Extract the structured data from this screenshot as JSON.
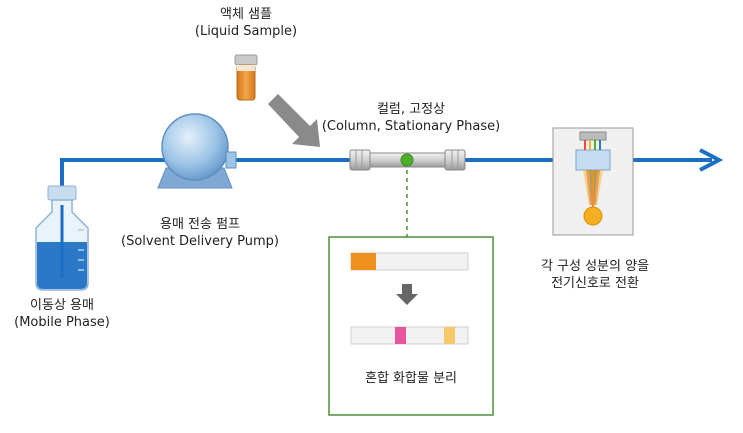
{
  "labels": {
    "liquid_sample": {
      "ko": "액체 샘플",
      "en": "(Liquid Sample)"
    },
    "column": {
      "ko": "컬럼, 고정상",
      "en": "(Column, Stationary Phase)"
    },
    "pump": {
      "ko": "용매 전송 펌프",
      "en": "(Solvent Delivery Pump)"
    },
    "mobile_phase": {
      "ko": "이동상 용매",
      "en": "(Mobile Phase)"
    },
    "detector": {
      "line1": "각 구성 성분의 양을",
      "line2": "전기신호로 전환"
    },
    "separation": "혼합 화합물 분리"
  },
  "colors": {
    "flow_line": "#1a6fc4",
    "sample_vial": "#e8922a",
    "column_dot": "#4caf2a",
    "separation_box": "#4d8f3a",
    "band_orange": "#f0901c",
    "band_pink": "#e8559c",
    "band_yellow": "#f5c96a",
    "arrow_gray": "#8a8a8a"
  },
  "icons": {
    "bottle": "mobile-phase-bottle-icon",
    "pump": "pump-icon",
    "vial": "sample-vial-icon",
    "column": "column-icon",
    "detector": "detector-icon"
  }
}
